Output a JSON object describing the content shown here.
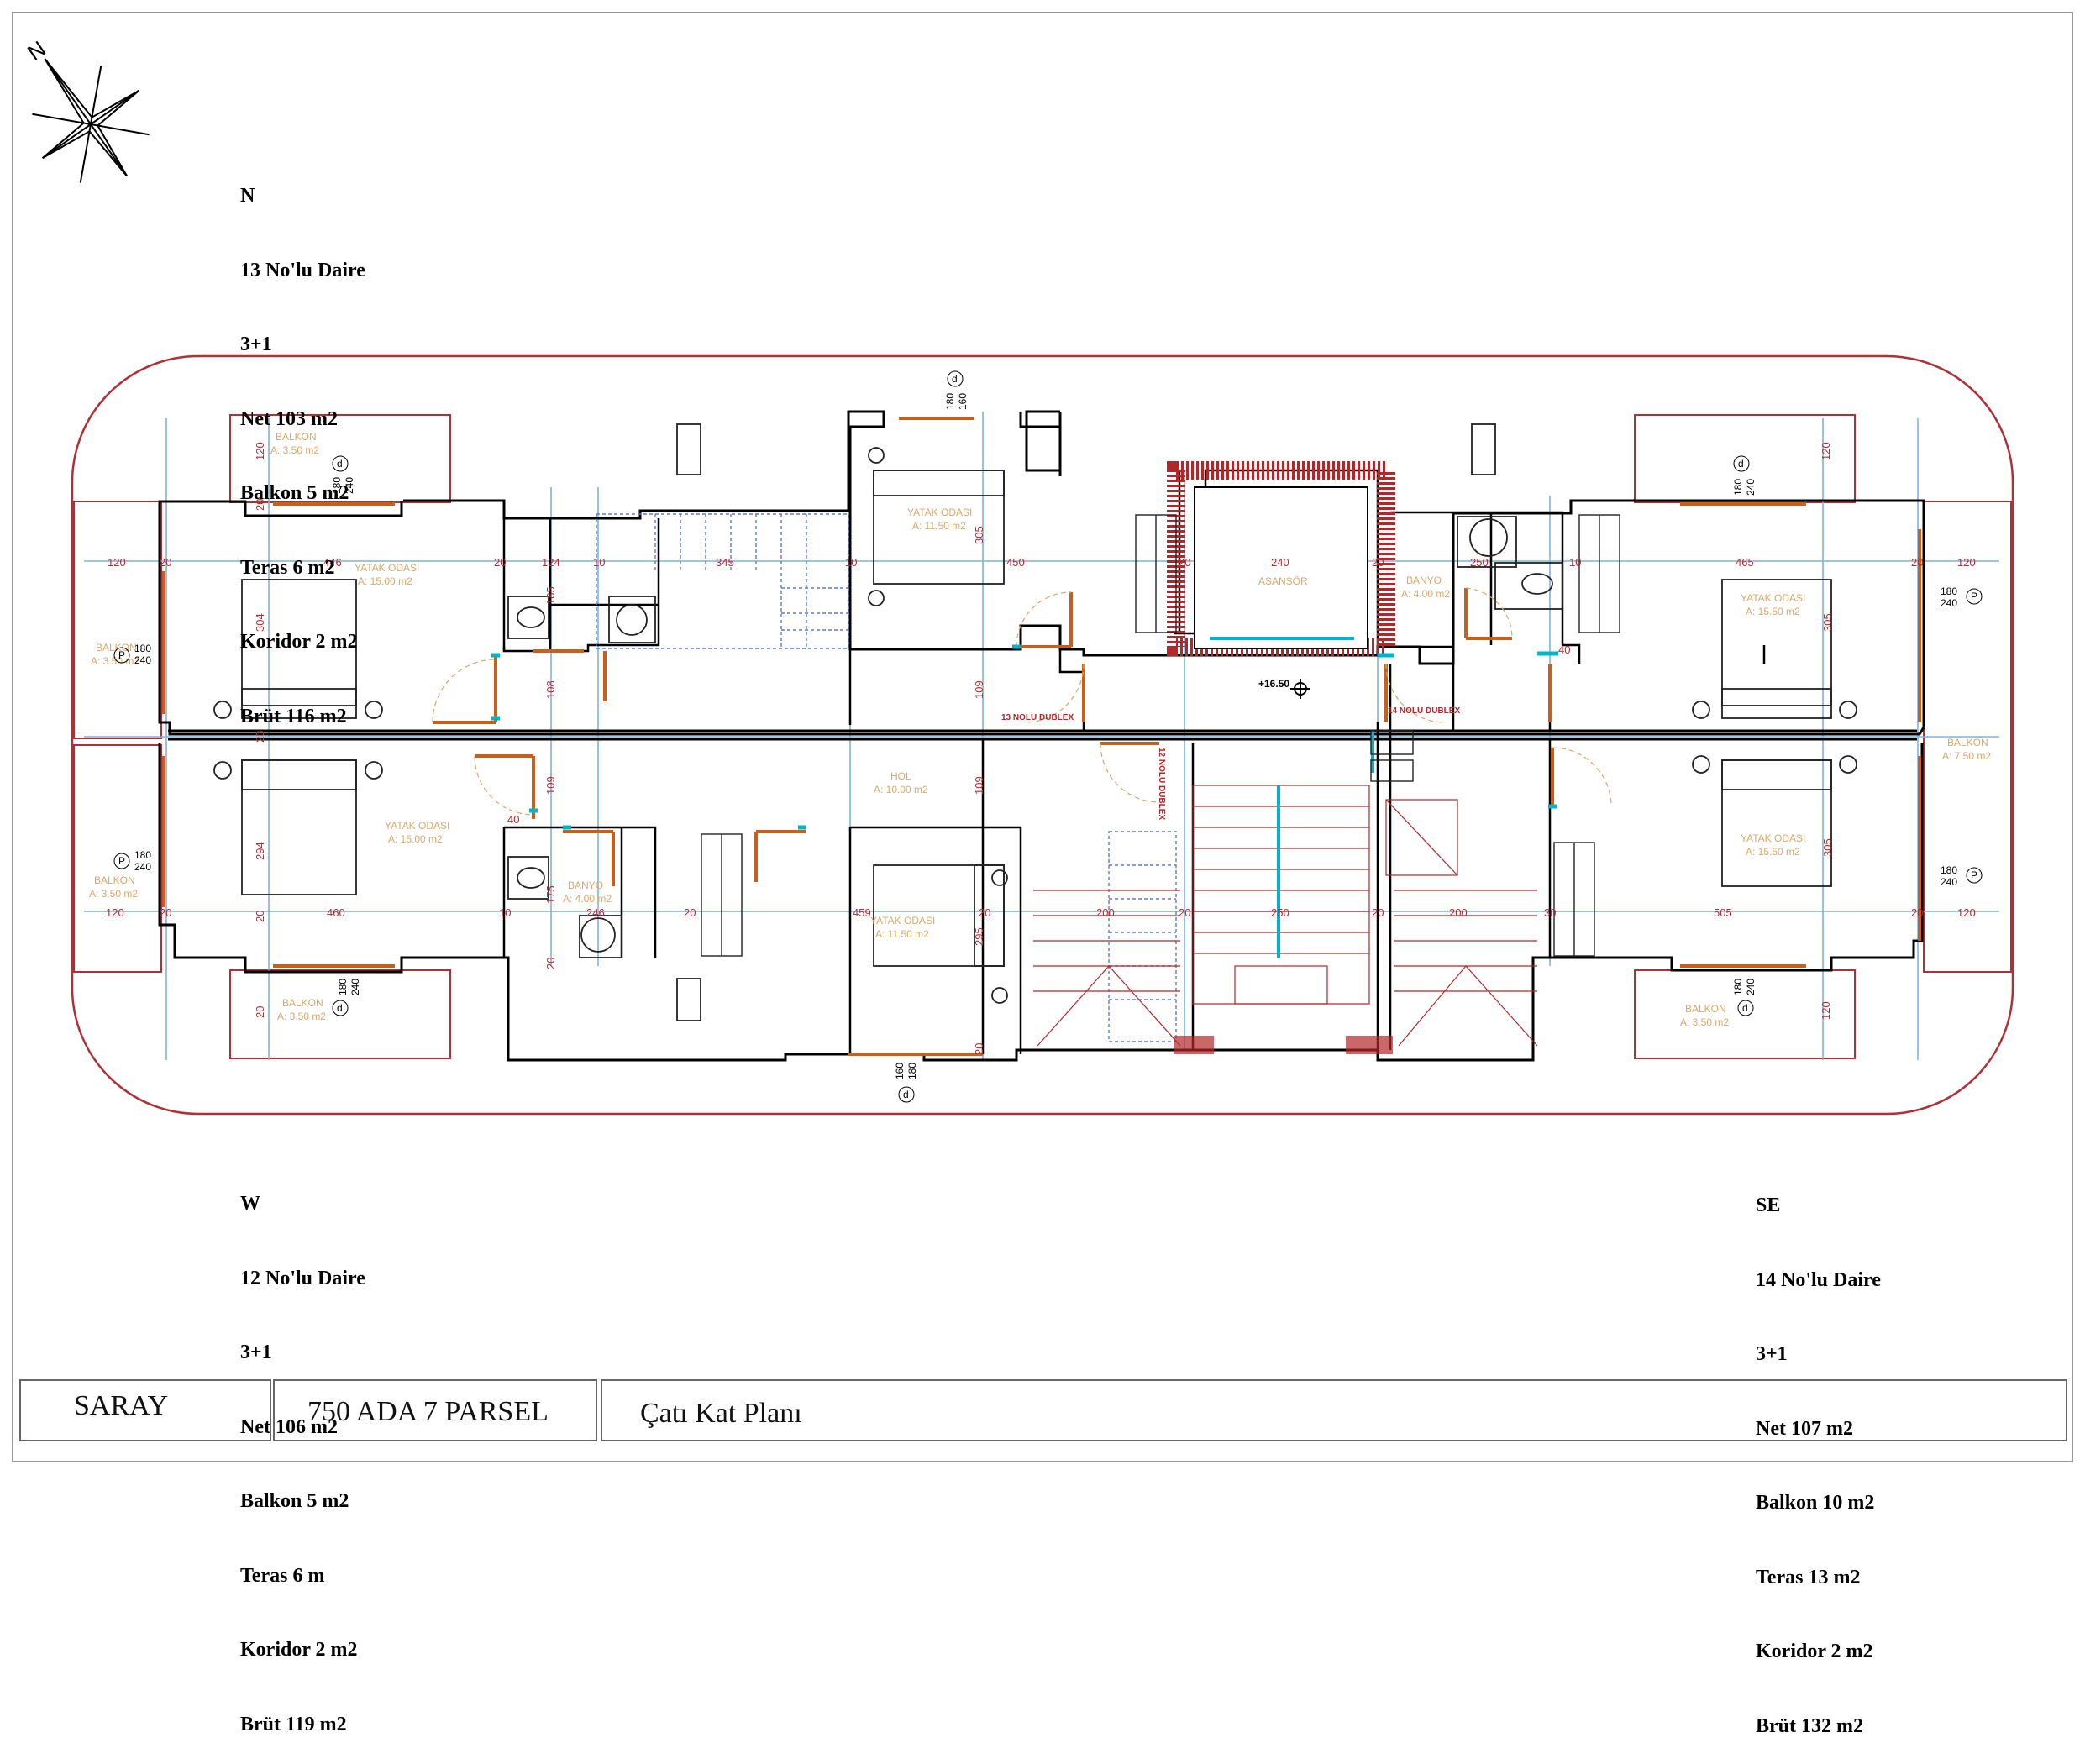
{
  "units": [
    {
      "id": "n",
      "lines": [
        "N",
        "13 No'lu Daire",
        "3+1",
        "Net 103 m2",
        "Balkon 5 m2",
        "Teras 6 m2",
        "Koridor 2 m2",
        "Brüt 116 m2"
      ]
    },
    {
      "id": "w",
      "lines": [
        "W",
        "12 No'lu Daire",
        "3+1",
        "Net 106 m2",
        "Balkon 5 m2",
        "Teras 6 m",
        "Koridor 2 m2",
        "Brüt 119 m2"
      ]
    },
    {
      "id": "se",
      "lines": [
        "SE",
        "14 No'lu Daire",
        "3+1",
        "Net 107 m2",
        "Balkon 10 m2",
        "Teras 13 m2",
        "Koridor 2 m2",
        "Brüt 132 m2"
      ]
    }
  ],
  "title_block": {
    "project": "SARAY",
    "parcel": "750 ADA 7 PARSEL",
    "sheet": "Çatı Kat Planı"
  },
  "compass": {
    "label": "N"
  },
  "level": "+16.50",
  "rooms": {
    "balkon_tl": [
      "BALKON",
      "A: 3.50 m2"
    ],
    "balkon_lt": [
      "BALKON",
      "A: 3.50 m2"
    ],
    "balkon_lb": [
      "BALKON",
      "A: 3.50 m2"
    ],
    "balkon_bl": [
      "BALKON",
      "A: 3.50 m2"
    ],
    "balkon_br": [
      "BALKON",
      "A: 3.50 m2"
    ],
    "balkon_r": [
      "BALKON",
      "A: 7.50 m2"
    ],
    "yatak_tl": [
      "YATAK ODASI",
      "A: 15.00 m2"
    ],
    "yatak_bl": [
      "YATAK ODASI",
      "A: 15.00 m2"
    ],
    "yatak_tc": [
      "YATAK ODASI",
      "A: 11.50 m2"
    ],
    "yatak_bc": [
      "YATAK ODASI",
      "A: 11.50 m2"
    ],
    "yatak_tr": [
      "YATAK ODASI",
      "A: 15.50 m2"
    ],
    "yatak_br": [
      "YATAK ODASI",
      "A: 15.50 m2"
    ],
    "banyo_r": [
      "BANYO",
      "A: 4.00 m2"
    ],
    "banyo_l": [
      "BANYO",
      "A: 4.00 m2"
    ],
    "hol": [
      "HOL",
      "A: 10.00 m2"
    ],
    "asansor": [
      "ASANSÖR"
    ]
  },
  "dublex_labels": [
    "13 NOLU DUBLEX",
    "14 NOLU DUBLEX",
    "12 NOLU DUBLEX"
  ],
  "window_tags": {
    "tag_d": "d",
    "tag_p": "P",
    "w180": "180",
    "w240": "240",
    "w160": "160"
  },
  "dims_h_top": [
    "120",
    "20",
    "446",
    "20",
    "124",
    "10",
    "345",
    "10",
    "450",
    "20",
    "240",
    "20",
    "250",
    "10",
    "465",
    "20",
    "120"
  ],
  "dims_h_bottom": [
    "120",
    "20",
    "460",
    "10",
    "246",
    "20",
    "459",
    "20",
    "200",
    "20",
    "250",
    "20",
    "200",
    "30",
    "505",
    "20",
    "120"
  ],
  "dims_v": [
    "120",
    "20",
    "304",
    "23",
    "294",
    "20",
    "185",
    "108",
    "109",
    "175",
    "20",
    "305",
    "109",
    "109",
    "295",
    "20",
    "305",
    "305",
    "120",
    "120",
    "40",
    "40",
    "20"
  ],
  "colors": {
    "wall": "#000000",
    "dim": "#c0282c",
    "grid": "#7fb2dc",
    "label": "#d9a86b",
    "door": "#c8601c",
    "glass": "#00b4c8",
    "hatch": "#b3262a",
    "stair": "#5b7bd0",
    "outline": "#b03038"
  }
}
